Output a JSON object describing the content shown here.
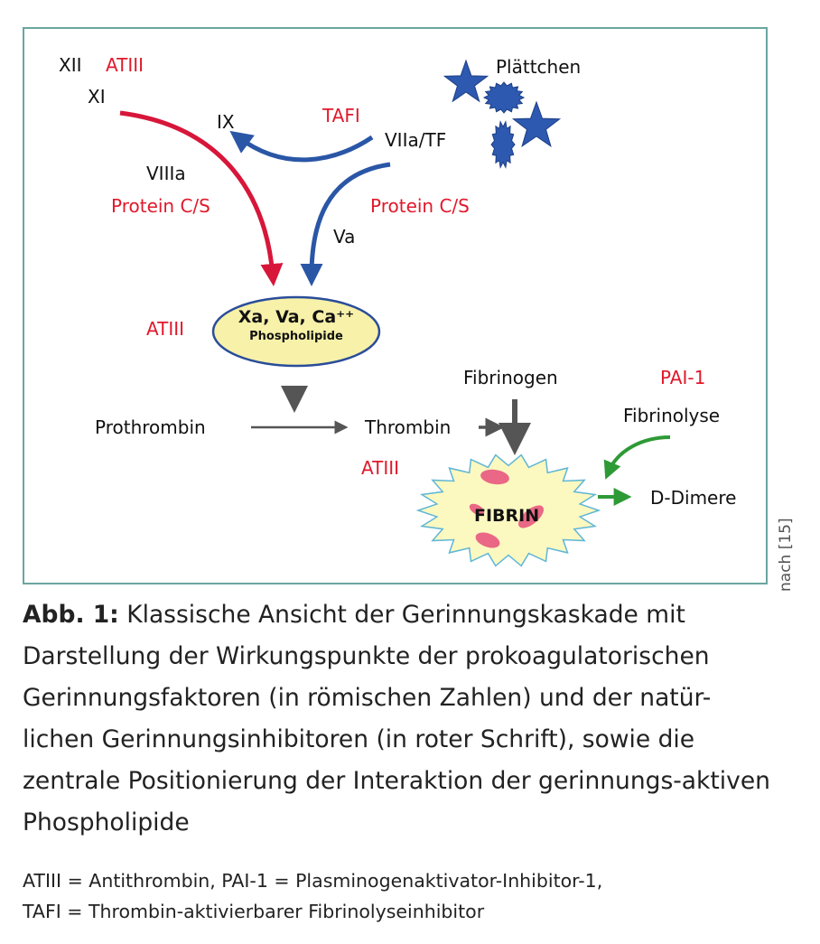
{
  "diagram": {
    "factors": {
      "xii": "XII",
      "xi": "XI",
      "ix": "IX",
      "viiia": "VIIIa",
      "viia_tf": "VIIa/TF",
      "va": "Va",
      "platelets": "Plättchen"
    },
    "inhibitors": {
      "atiii_top": "ATIII",
      "tafi": "TAFI",
      "protein_cs_left": "Protein C/S",
      "protein_cs_right": "Protein C/S",
      "atiii_left": "ATIII",
      "atiii_bottom": "ATIII",
      "pai1": "PAI-1"
    },
    "complex": {
      "main": "Xa, Va, Ca⁺⁺",
      "sub": "Phospholipide"
    },
    "nodes": {
      "prothrombin": "Prothrombin",
      "thrombin": "Thrombin",
      "fibrinogen": "Fibrinogen",
      "fibrin": "FIBRIN",
      "fibrinolyse": "Fibrinolyse",
      "d_dimere": "D-Dimere"
    },
    "colors": {
      "frame": "#6aa6a0",
      "red_arrow": "#d7163a",
      "blue_arrow": "#2a56a6",
      "gray_arrow": "#555555",
      "green_arrow": "#2e9a36",
      "inhibitor_text": "#e0192b",
      "ellipse_fill": "#f7f1a9",
      "ellipse_stroke": "#2a4d9a",
      "fibrin_fill": "#fbf8c0",
      "fibrin_stroke": "#5fb6d6",
      "fibrin_strands": "#e64d7a",
      "platelet_fill": "#2d59b0"
    }
  },
  "source_note": "nach [15]",
  "caption": {
    "label": "Abb. 1:",
    "text": " Klassische Ansicht der Gerinnungskaskade mit Darstellung der Wirkungspunkte der prokoagulatorischen Gerinnungsfaktoren (in römischen Zahlen) und der natür-lichen Gerinnungsinhibitoren (in roter Schrift), sowie die zentrale Positionierung der Interaktion der gerinnungs-aktiven Phospholipide"
  },
  "footnote": {
    "line1": "ATIII = Antithrombin, PAI-1 = Plasminogenaktivator-Inhibitor-1,",
    "line2": "TAFI = Thrombin-aktivierbarer Fibrinolyseinhibitor"
  }
}
